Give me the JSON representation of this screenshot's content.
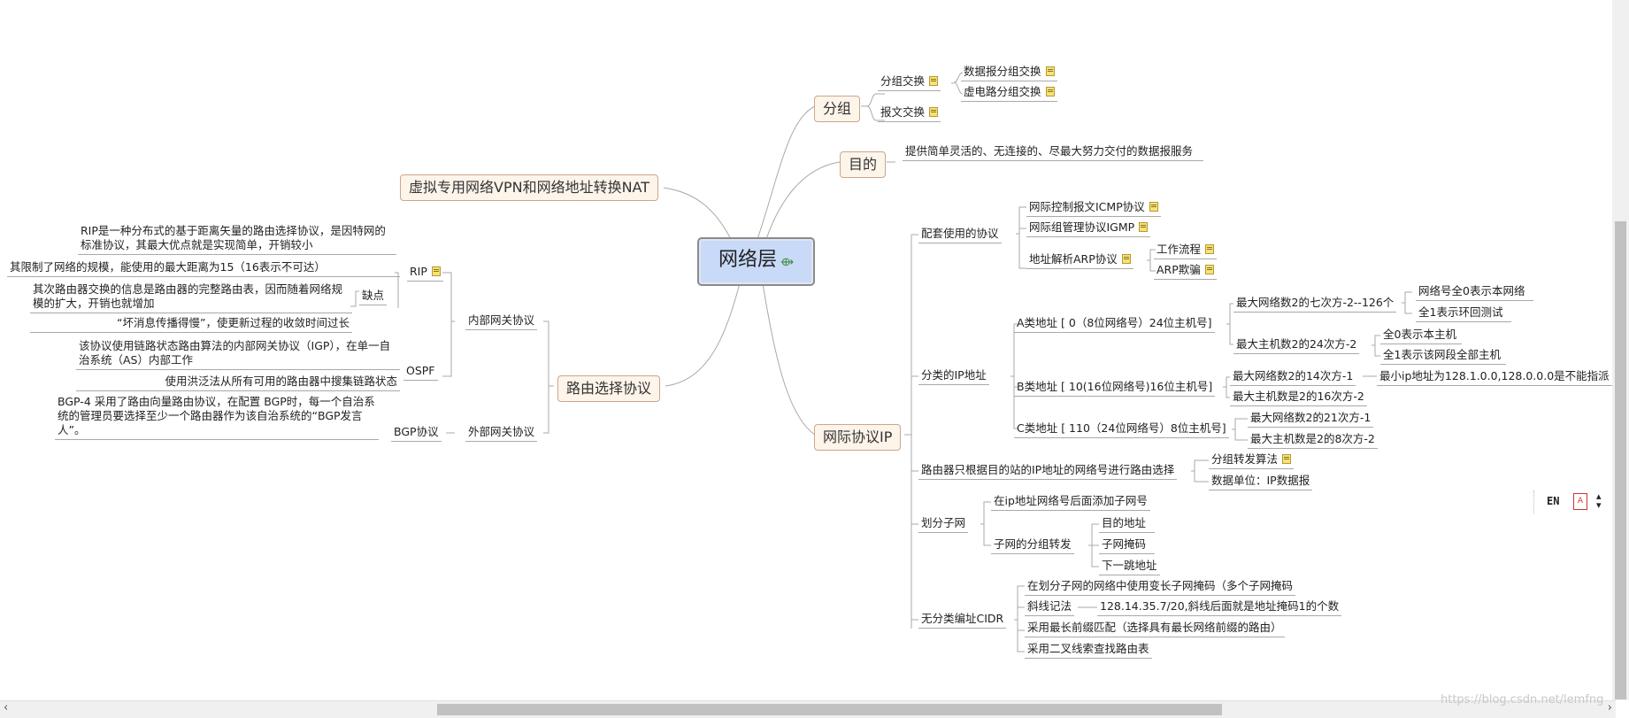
{
  "root": {
    "label": "网络层"
  },
  "branches": {
    "fenzu": {
      "label": "分组",
      "children": {
        "fenzu_jiaohuan": "分组交换",
        "shujubao": "数据报分组交换",
        "xudianlu": "虚电路分组交换",
        "baowen": "报文交换"
      }
    },
    "mudi": {
      "label": "目的",
      "desc": "提供简单灵活的、无连接的、尽最大努力交付的数据报服务"
    },
    "ip": {
      "label": "网际协议IP",
      "peitao": {
        "label": "配套使用的协议",
        "icmp": "网际控制报文ICMP协议",
        "igmp": "网际组管理协议IGMP",
        "arp": "地址解析ARP协议",
        "arp_flow": "工作流程",
        "arp_spoof": "ARP欺骗"
      },
      "classful": {
        "label": "分类的IP地址",
        "a": "A类地址 [ 0（8位网络号）24位主机号]",
        "a_net": "最大网络数2的七次方-2--126个",
        "a_net_1": "网络号全0表示本网络",
        "a_net_2": "全1表示环回测试",
        "a_host": "最大主机数2的24次方-2",
        "a_host_1": "全0表示本主机",
        "a_host_2": "全1表示该网段全部主机",
        "b": "B类地址 [ 10(16位网络号)16位主机号]",
        "b_net": "最大网络数2的14次方-1",
        "b_net_1": "最小ip地址为128.1.0.0,128.0.0.0是不能指派",
        "b_host": "最大主机数是2的16次方-2",
        "c": "C类地址 [ 110（24位网络号）8位主机号]",
        "c_net": "最大网络数2的21次方-1",
        "c_host": "最大主机数是2的8次方-2"
      },
      "routing": {
        "label": "路由器只根据目的站的IP地址的网络号进行路由选择",
        "algo": "分组转发算法",
        "unit": "数据单位：IP数据报"
      },
      "subnet": {
        "label": "划分子网",
        "add": "在ip地址网络号后面添加子网号",
        "forward": "子网的分组转发",
        "dest": "目的地址",
        "mask": "子网掩码",
        "nexthop": "下一跳地址"
      },
      "cidr": {
        "label": "无分类编址CIDR",
        "vlsm": "在划分子网的网络中使用变长子网掩码（多个子网掩码",
        "slash": "斜线记法",
        "slash_ex": "128.14.35.7/20,斜线后面就是地址掩码1的个数",
        "lpm": "采用最长前缀匹配（选择具有最长网络前缀的路由）",
        "trie": "采用二叉线索查找路由表"
      }
    },
    "vpn": {
      "label": "虚拟专用网络VPN和网络地址转换NAT"
    },
    "routing_protocols": {
      "label": "路由选择协议",
      "igp": {
        "label": "内部网关协议",
        "rip": "RIP",
        "rip_desc": "RIP是一种分布式的基于距离矢量的路由选择协议，是因特网的标准协议，其最大优点就是实现简单，开销较小",
        "rip_limit": "其限制了网络的规模，能使用的最大距离为15（16表示不可达）",
        "rip_cons": "缺点",
        "rip_cons_1": "其次路由器交换的信息是路由器的完整路由表，因而随着网络规模的扩大，开销也就增加",
        "rip_cons_2": "“坏消息传播得慢”，使更新过程的收敛时间过长",
        "ospf": "OSPF",
        "ospf_desc": "该协议使用链路状态路由算法的内部网关协议（IGP），在单一自治系统（AS）内部工作",
        "ospf_flood": "使用洪泛法从所有可用的路由器中搜集链路状态"
      },
      "egp": {
        "label": "外部网关协议",
        "bgp": "BGP协议",
        "bgp_desc": "BGP-4 采用了路由向量路由协议，在配置 BGP时，每一个自治系统的管理员要选择至少一个路由器作为该自治系统的“BGP发言人”。"
      }
    }
  },
  "ui": {
    "ime_lang": "EN",
    "watermark": "https://blog.csdn.net/lemfng"
  },
  "colors": {
    "root_fill": "#c8daf8",
    "main_fill": "#fdf4ea",
    "line": "#a9a9a9"
  }
}
